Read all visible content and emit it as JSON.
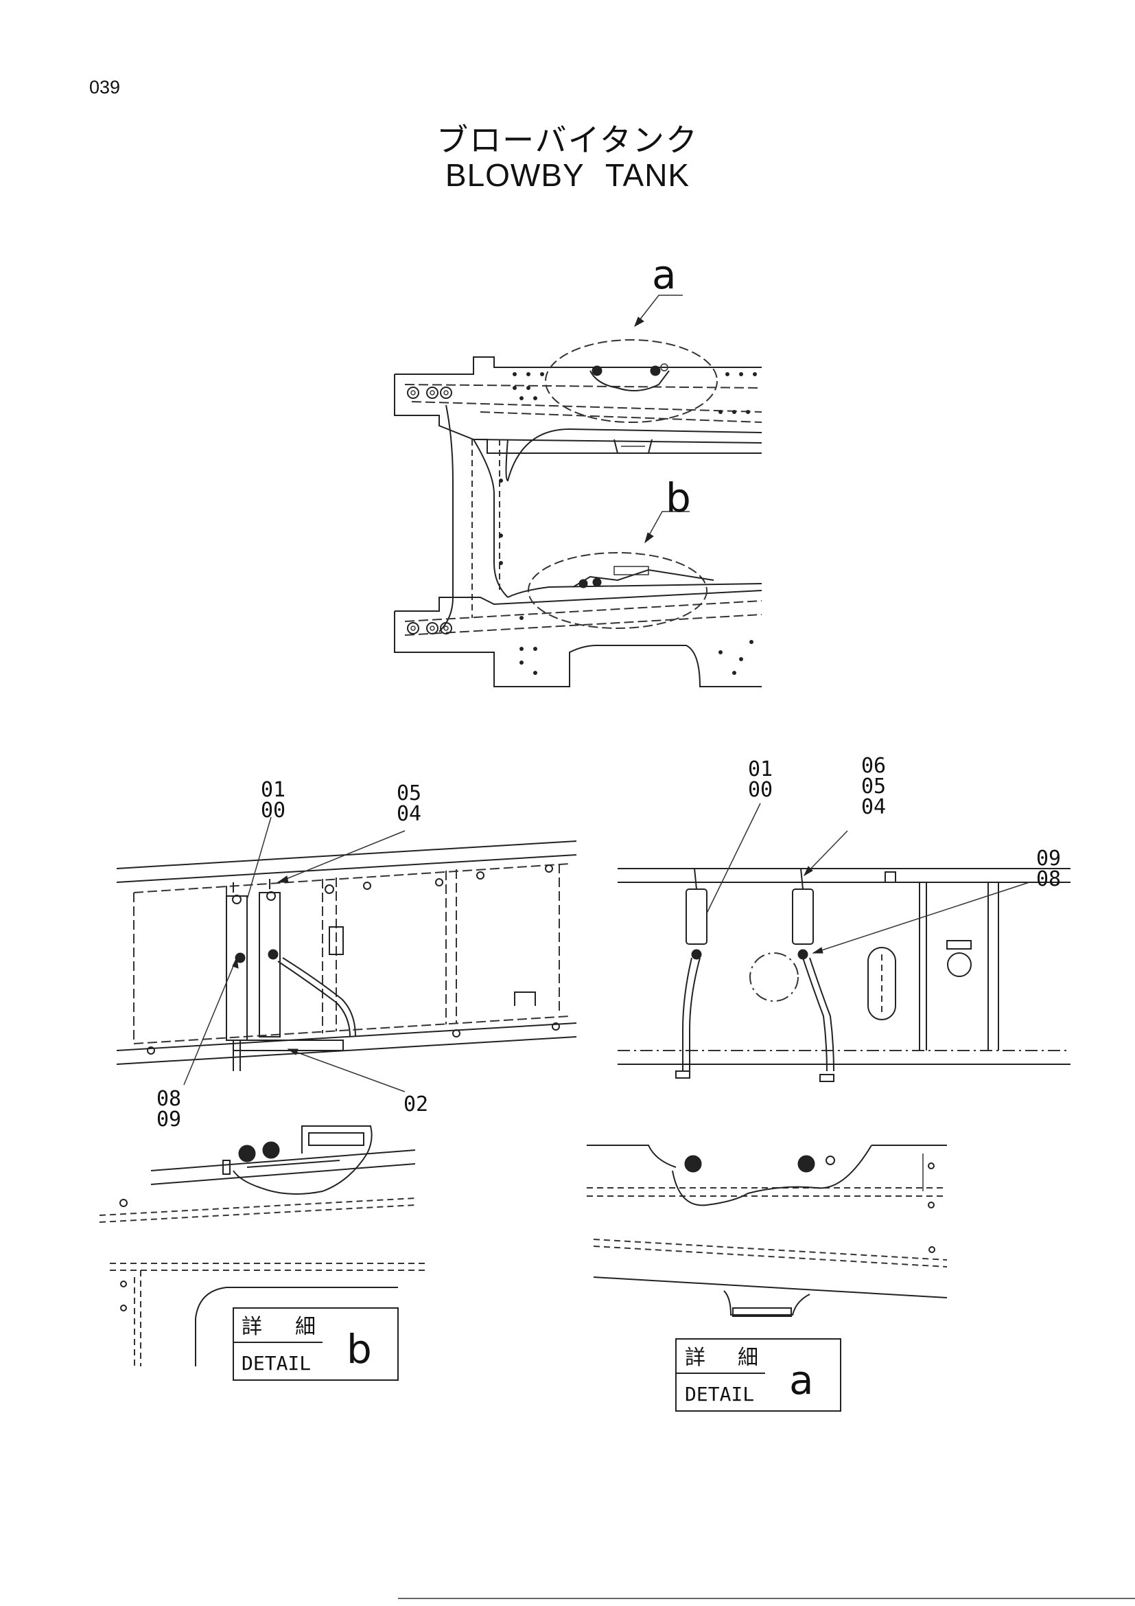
{
  "page_number": "039",
  "title": {
    "japanese": "ブローバイタンク",
    "english": "BLOWBY  TANK"
  },
  "overview": {
    "detail_a_label": "a",
    "detail_b_label": "b"
  },
  "view_left": {
    "callouts": {
      "c01": "01",
      "c00": "00",
      "c05": "05",
      "c04": "04",
      "c08": "08",
      "c09": "09",
      "c02": "02"
    }
  },
  "view_right": {
    "callouts": {
      "c01": "01",
      "c00": "00",
      "c06": "06",
      "c05": "05",
      "c04": "04",
      "c09": "09",
      "c08": "08"
    }
  },
  "detail_boxes": {
    "b": {
      "japanese_left": "詳",
      "japanese_right": "細",
      "english": "DETAIL",
      "letter": "b"
    },
    "a": {
      "japanese_left": "詳",
      "japanese_right": "細",
      "english": "DETAIL",
      "letter": "a"
    }
  }
}
